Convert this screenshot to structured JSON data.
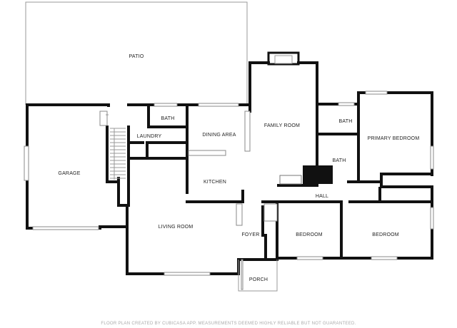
{
  "rooms": {
    "patio": "PATIO",
    "garage": "GARAGE",
    "bath_upper": "BATH",
    "laundry": "LAUNDRY",
    "dining_area": "DINING AREA",
    "family_room": "FAMILY ROOM",
    "bath_right": "BATH",
    "primary_bedroom": "PRIMARY BEDROOM",
    "bath_mid": "BATH",
    "kitchen": "KITCHEN",
    "hall": "HALL",
    "living_room": "LIVING ROOM",
    "foyer": "FOYER",
    "bedroom_1": "BEDROOM",
    "bedroom_2": "BEDROOM",
    "porch": "PORCH"
  },
  "footer": "FLOOR PLAN CREATED BY CUBICASA APP. MEASUREMENTS DEEMED HIGHLY RELIABLE BUT NOT GUARANTEED.",
  "colors": {
    "wall": "#111111",
    "thin": "#999999",
    "footer_text": "#aaaaaa"
  }
}
